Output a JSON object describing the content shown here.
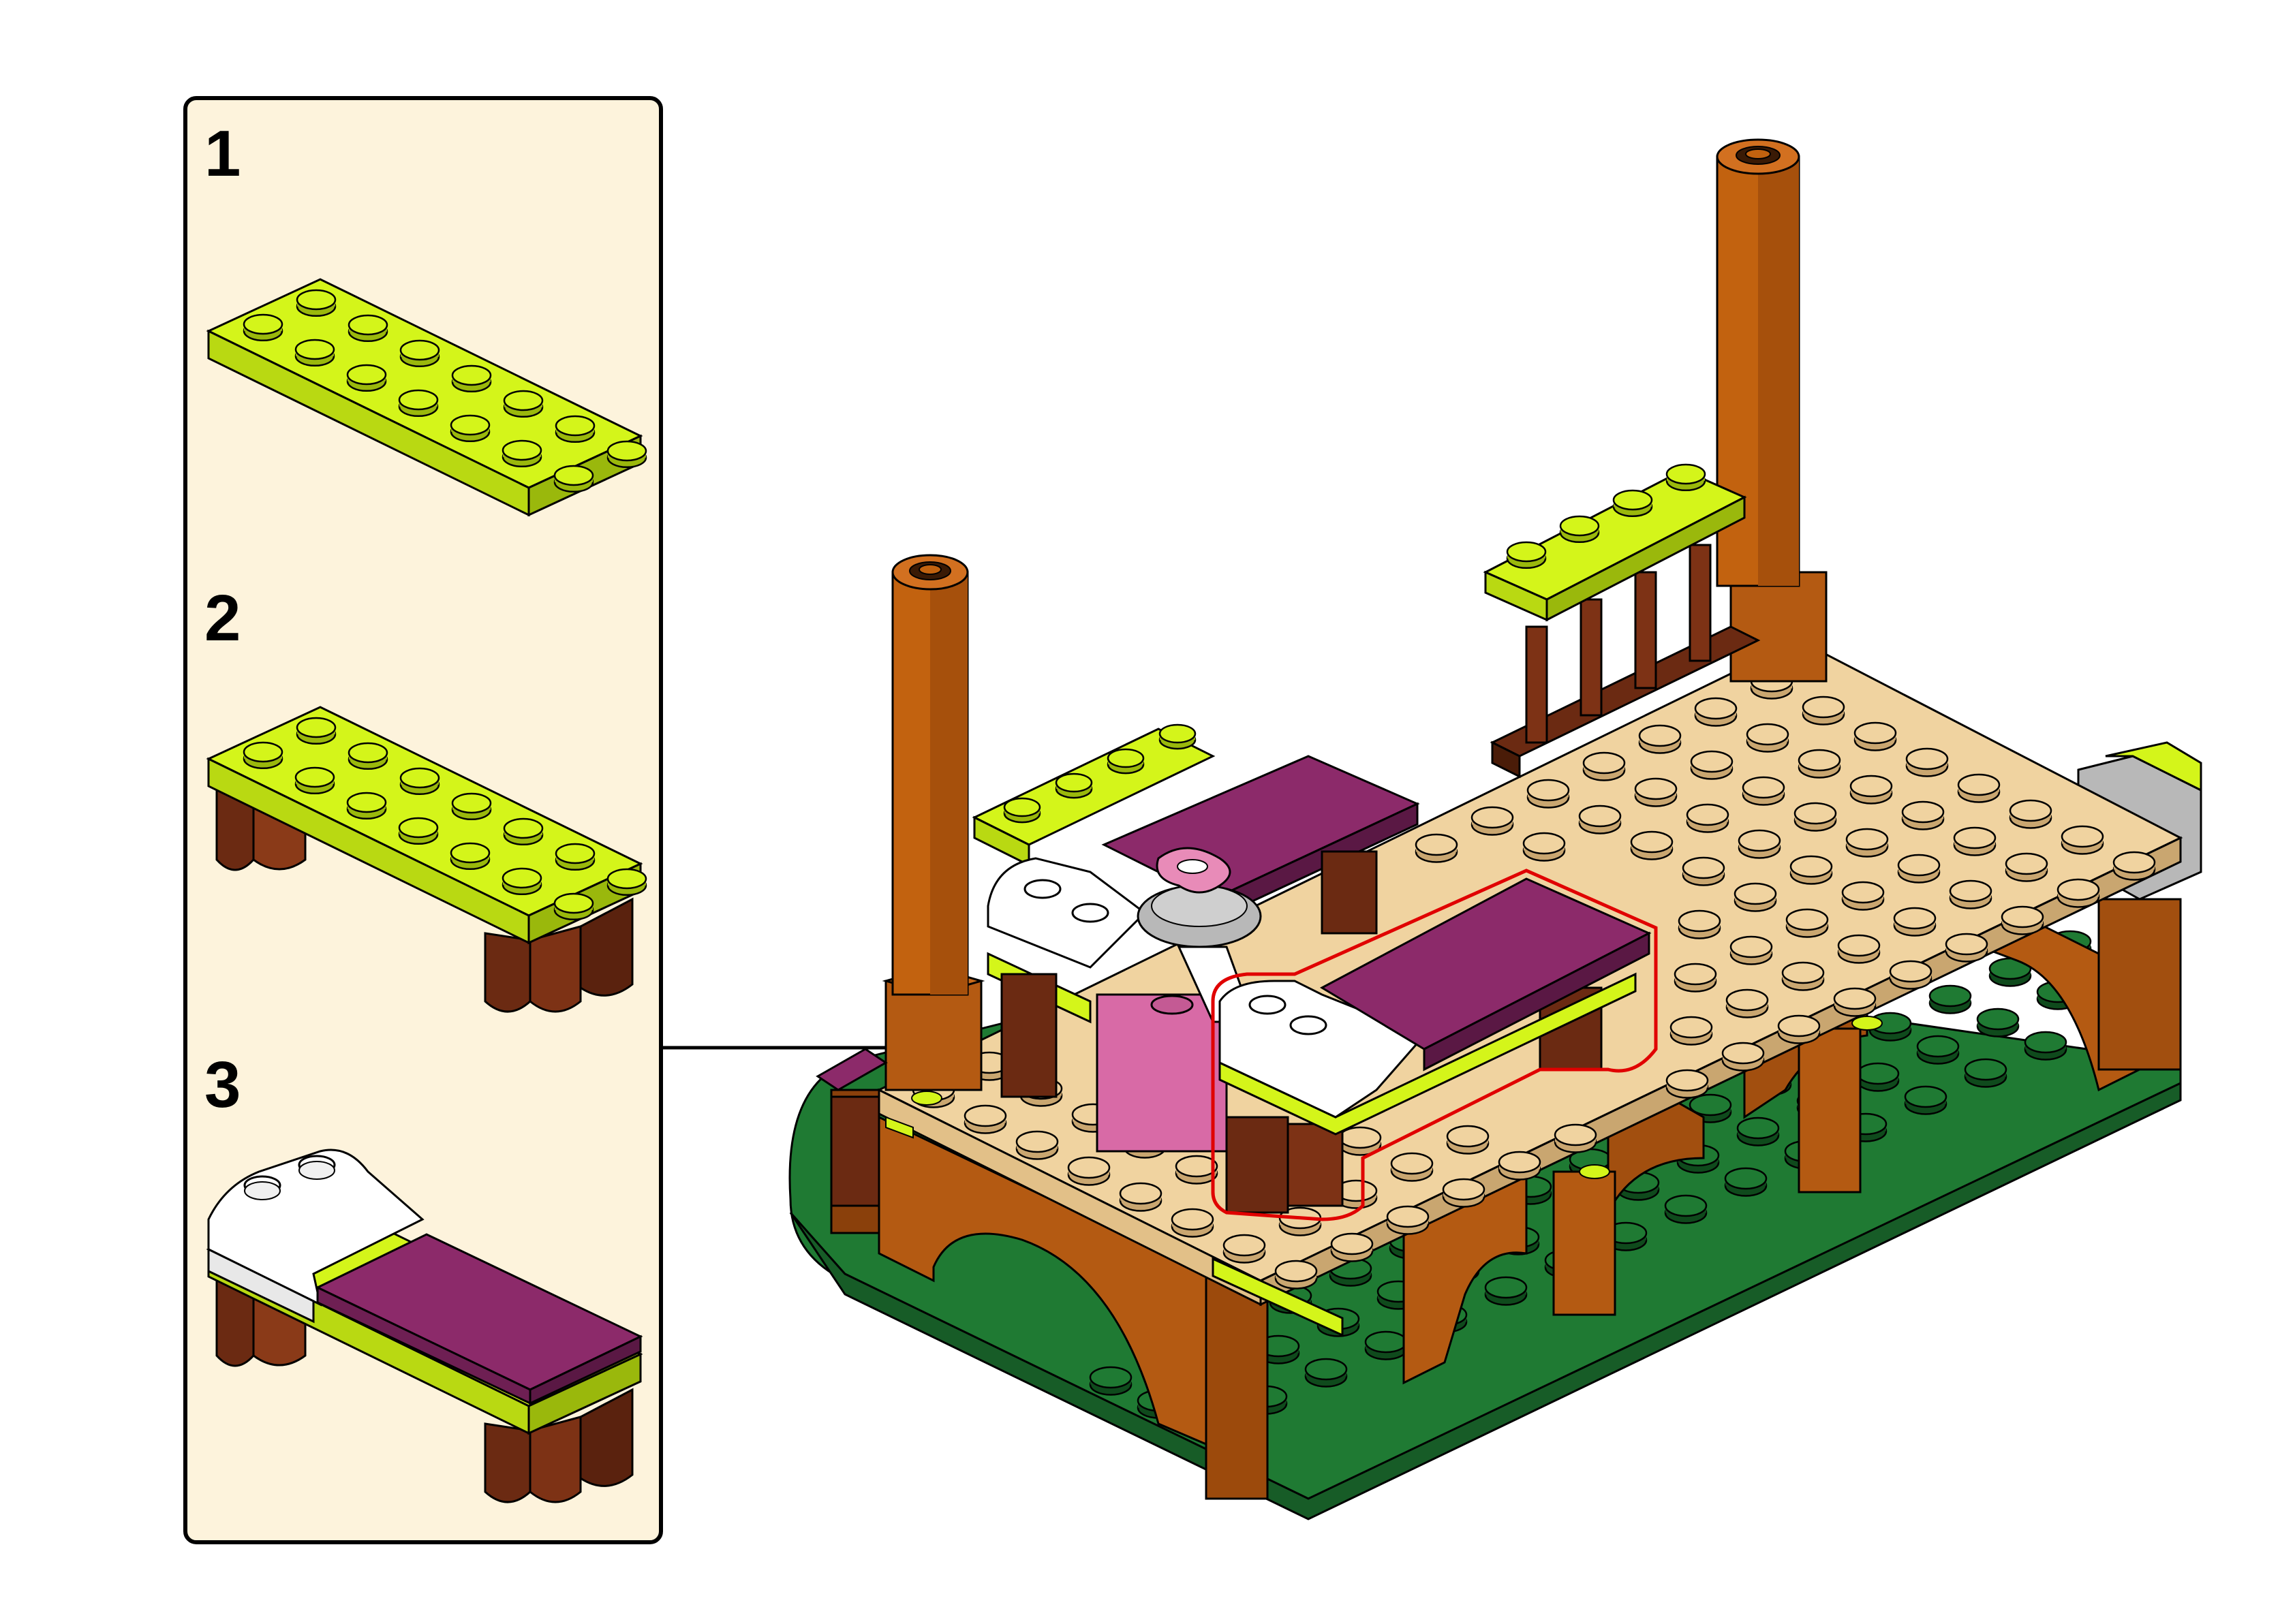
{
  "document": {
    "type": "building-instructions-page",
    "callout": {
      "background_color": "#fdf3dc",
      "steps": [
        {
          "number": "1"
        },
        {
          "number": "2"
        },
        {
          "number": "3"
        }
      ]
    },
    "colors": {
      "lime": "#d4f51a",
      "lime_dark": "#a8c50f",
      "reddish_brown": "#6b2a12",
      "medium_brown": "#b45a12",
      "tan": "#f0d3a0",
      "magenta": "#8c2a6a",
      "white": "#ffffff",
      "dark_green": "#1f7a33",
      "pink": "#d86aa6",
      "gray": "#b8b8b8",
      "highlight": "#e00000"
    }
  }
}
